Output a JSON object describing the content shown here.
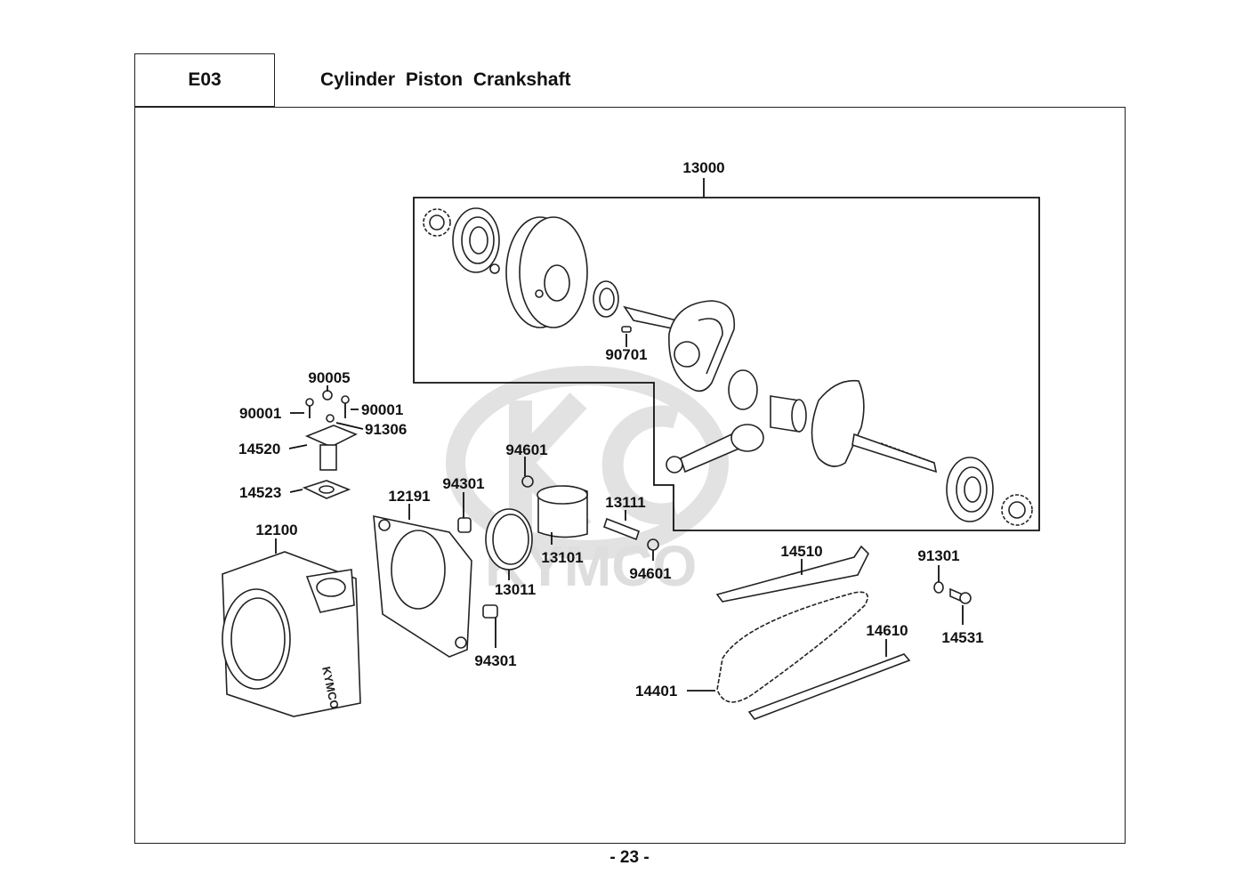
{
  "header": {
    "code": "E03",
    "title": "Cylinder  Piston  Crankshaft"
  },
  "watermark": {
    "brand": "KYMCO",
    "logo_icon": "kymco-k-logo"
  },
  "callouts": {
    "c13000": "13000",
    "c90701": "90701",
    "c90005": "90005",
    "c90001a": "90001",
    "c90001b": "90001",
    "c91306": "91306",
    "c14520": "14520",
    "c14523": "14523",
    "c94601a": "94601",
    "c94301a": "94301",
    "c12191": "12191",
    "c12100": "12100",
    "c13111": "13111",
    "c13101": "13101",
    "c13011": "13011",
    "c94601b": "94601",
    "c94301b": "94301",
    "c14510": "14510",
    "c91301": "91301",
    "c14531": "14531",
    "c14610": "14610",
    "c14401": "14401"
  },
  "footer": {
    "page": "- 23 -"
  }
}
